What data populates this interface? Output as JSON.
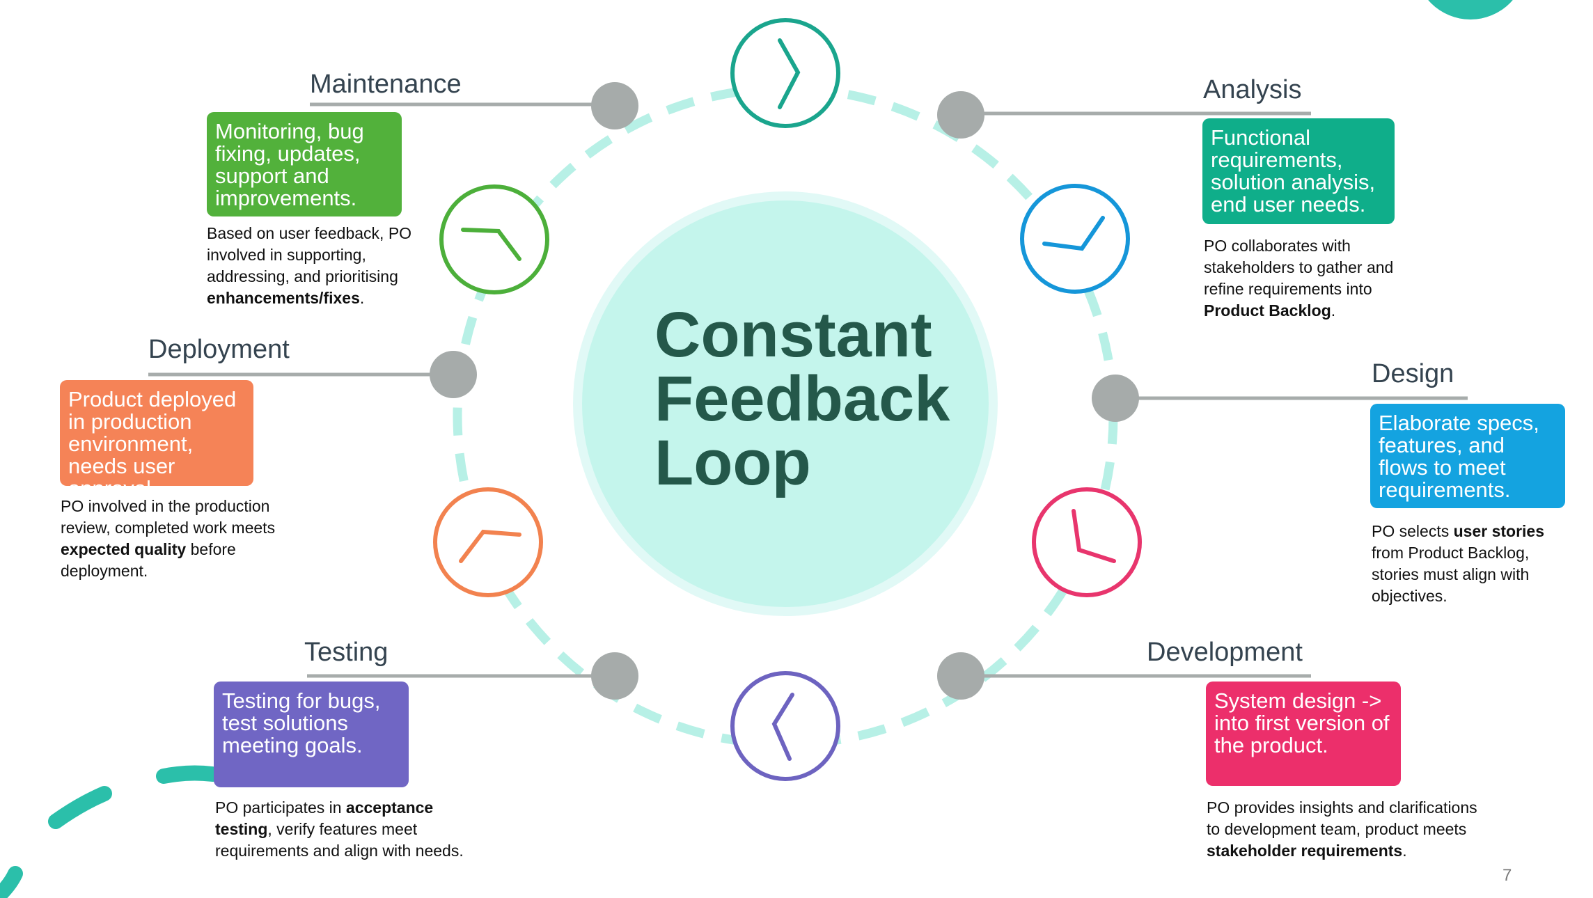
{
  "center": {
    "line1": "Constant",
    "line2": "Feedback",
    "line3": "Loop"
  },
  "page_number": "7",
  "colors": {
    "maintenance": "#52b13b",
    "analysis": "#0fae8a",
    "design": "#14a3e0",
    "development": "#ec2f6b",
    "testing": "#7066c4",
    "deployment": "#f58357",
    "center_fill": "#c4f5ec",
    "center_ring": "#e1f9f6",
    "dashes": "#b7f0e6",
    "connector": "#a7acab",
    "teal_accent": "#2bbfaa"
  },
  "stages": {
    "maintenance": {
      "title": "Maintenance",
      "box_text": "Monitoring, bug fixing, updates, support and improvements.",
      "desc": {
        "before": "Based on user feedback, PO involved in supporting, addressing, and prioritising ",
        "bold": "enhancements/fixes",
        "after": "."
      }
    },
    "analysis": {
      "title": "Analysis",
      "box_text": "Functional requirements, solution analysis, end user needs.",
      "desc": {
        "before": "PO collaborates with stakeholders to gather and refine requirements into ",
        "bold": "Product Backlog",
        "after": "."
      }
    },
    "design": {
      "title": "Design",
      "box_text": "Elaborate specs, features, and flows to meet requirements.",
      "desc": {
        "before": "PO selects ",
        "bold": "user stories",
        "after": " from Product Backlog, stories must align with objectives."
      }
    },
    "development": {
      "title": "Development",
      "box_text": "System design -> into first version of the product.",
      "desc": {
        "before": "PO provides insights and clarifications to development team, product meets ",
        "bold": "stakeholder requirements",
        "after": "."
      }
    },
    "testing": {
      "title": "Testing",
      "box_text": "Testing for bugs, test solutions meeting goals.",
      "desc": {
        "before": "PO participates in ",
        "bold": "acceptance testing",
        "after": ", verify features meet requirements and align with needs."
      }
    },
    "deployment": {
      "title": "Deployment",
      "box_text": "Product deployed in production environment, needs user approval.",
      "desc": {
        "before": "PO involved in the production review, completed work meets ",
        "bold": "expected quality",
        "after": " before deployment."
      }
    }
  },
  "clocks": [
    {
      "name": "clock-top-icon",
      "color": "#1aa58d"
    },
    {
      "name": "clock-analysis-icon",
      "color": "#1596d9"
    },
    {
      "name": "clock-design-icon",
      "color": "#e8356d"
    },
    {
      "name": "clock-bottom-icon",
      "color": "#6d63c0"
    },
    {
      "name": "clock-deployment-icon",
      "color": "#f2824f"
    },
    {
      "name": "clock-maintenance-icon",
      "color": "#4caf3a"
    }
  ]
}
